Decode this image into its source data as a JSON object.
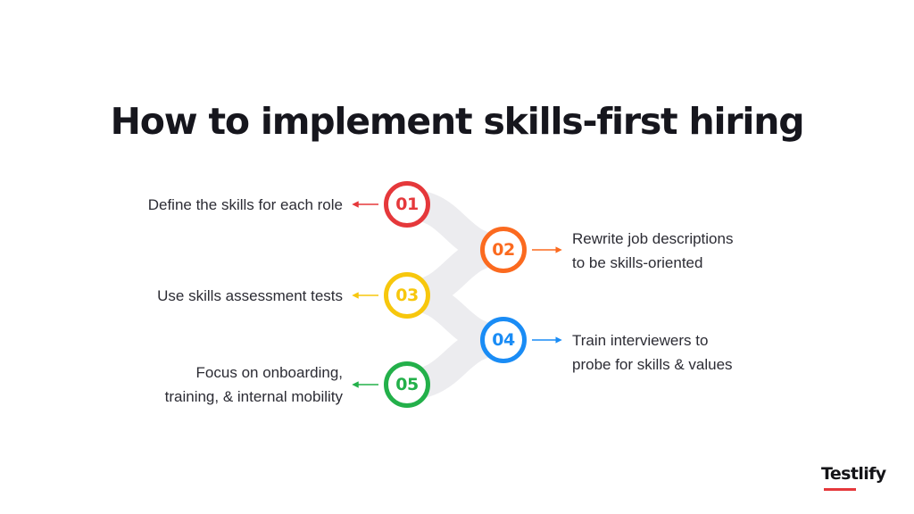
{
  "title": "How to implement skills-first hiring",
  "colors": {
    "step1": "#e5383b",
    "step2": "#fb6a1f",
    "step3": "#f7c70d",
    "step4": "#1a8cf5",
    "step5": "#23b04a",
    "connector": "#ececef",
    "text": "#2c2c34",
    "brand_accent": "#e5383b"
  },
  "steps": [
    {
      "number": "01",
      "lines": [
        "Define the skills for each role"
      ],
      "side": "left"
    },
    {
      "number": "02",
      "lines": [
        "Rewrite job descriptions",
        "to be skills-oriented"
      ],
      "side": "right"
    },
    {
      "number": "03",
      "lines": [
        "Use skills assessment tests"
      ],
      "side": "left"
    },
    {
      "number": "04",
      "lines": [
        "Train interviewers to",
        "probe for skills & values"
      ],
      "side": "right"
    },
    {
      "number": "05",
      "lines": [
        "Focus on onboarding,",
        "training, & internal mobility"
      ],
      "side": "left"
    }
  ],
  "brand": {
    "name": "Testlify"
  }
}
